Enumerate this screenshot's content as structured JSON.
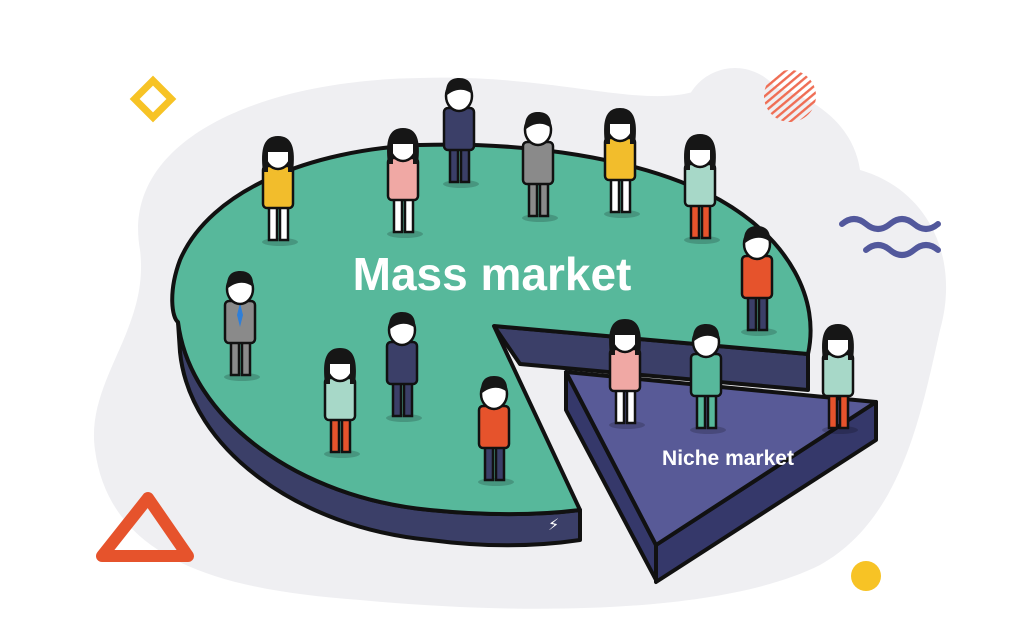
{
  "labels": {
    "mass": "Mass market",
    "niche": "Niche market"
  },
  "colors": {
    "background_blob": "#efeff2",
    "mass_top": "#57b89b",
    "mass_side": "#3b3f68",
    "niche_top": "#585a97",
    "niche_side": "#35386a",
    "outline": "#111111",
    "diamond": "#f7c325",
    "triangle": "#e6532c",
    "circle_lines": "#ef6e55",
    "squiggle": "#52589c",
    "dot": "#f7c325",
    "skin": "#ffffff",
    "hair": "#161616"
  },
  "people": [
    {
      "area": "mass",
      "outfit": "navy-suit"
    },
    {
      "area": "mass",
      "outfit": "yellow-dress"
    },
    {
      "area": "mass",
      "outfit": "pink-dress"
    },
    {
      "area": "mass",
      "outfit": "grey-suit"
    },
    {
      "area": "mass",
      "outfit": "yellow-dress"
    },
    {
      "area": "mass",
      "outfit": "mint-dress"
    },
    {
      "area": "mass",
      "outfit": "orange-shirt"
    },
    {
      "area": "mass",
      "outfit": "grey-suit-tie"
    },
    {
      "area": "mass",
      "outfit": "navy-suit"
    },
    {
      "area": "mass",
      "outfit": "mint-dress"
    },
    {
      "area": "mass",
      "outfit": "orange-shirt"
    },
    {
      "area": "niche",
      "outfit": "pink-dress"
    },
    {
      "area": "niche",
      "outfit": "green-suit"
    },
    {
      "area": "niche",
      "outfit": "mint-dress"
    }
  ]
}
